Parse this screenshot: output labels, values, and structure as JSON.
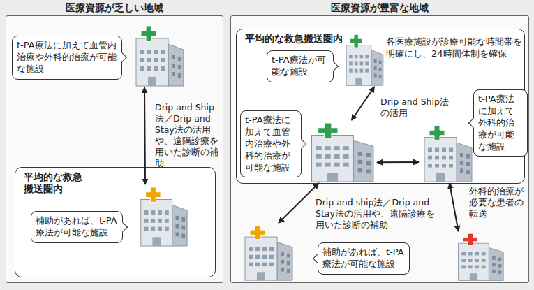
{
  "diagram": {
    "nodes": [
      {
        "text": [
          "医療資源が乏しい地域"
        ]
      },
      {
        "text": [
          "t-PA療法に加えて血管内治療や外科的治療が可能な施設"
        ],
        "in": 0
      },
      {
        "text": [
          "平均的な救急搬送圏内"
        ],
        "in": 0
      },
      {
        "text": [
          "補助があれば、t-PA療法が可能な施設"
        ],
        "in": 2
      },
      {
        "text": [
          "医療資源が豊富な地域"
        ]
      },
      {
        "text": [
          "平均的な救急搬送圏内"
        ],
        "in": 4
      },
      {
        "text": [
          "t-PA療法が可能な施設"
        ],
        "in": 5
      },
      {
        "text": [
          "t-PA療法に加えて血管内治療や外科的治療が可能な施設"
        ],
        "in": 5
      },
      {
        "text": [
          "t-PA療法に加えて外科的治療が可能な施設"
        ],
        "in": 5
      },
      {
        "text": [
          "補助があれば、t-PA療法が可能な施設"
        ],
        "in": 4
      },
      {
        "text": [],
        "in": 4
      }
    ],
    "edges": [
      {
        "from": 1,
        "to": 3,
        "arrow": "both",
        "label": "Drip and Ship法／Drip and Stay法の活用や、遠隔診療を用いた診断の補助"
      },
      {
        "from": 6,
        "to": 7,
        "arrow": "both",
        "label": "Drip and Ship法の活用"
      },
      {
        "from": 7,
        "to": 8,
        "arrow": "both"
      },
      {
        "from": 7,
        "to": 9,
        "arrow": "both",
        "label": "Drip and ship法／Drip and Stay法の活用や、遠隔診療を用いた診断の補助"
      },
      {
        "from": 8,
        "to": 10,
        "arrow": "both",
        "label": "外科的治療が必要な患者の転送"
      }
    ],
    "labels": [
      "各医療施設が診療可能な時間帯を明確にし、24時間体制を確保"
    ]
  }
}
